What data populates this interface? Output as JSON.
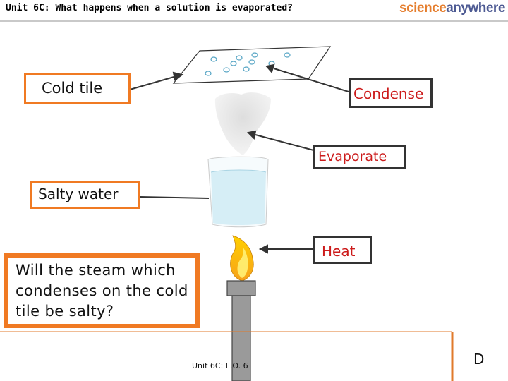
{
  "header": {
    "title": "Unit 6C: What happens when a solution is evaporated?",
    "logo_part1": "science",
    "logo_part2": "anywhere"
  },
  "labels": {
    "cold_tile": "Cold tile",
    "condense": "Condense",
    "evaporate": "Evaporate",
    "salty_water": "Salty water",
    "heat": "Heat"
  },
  "question": "Will the steam which condenses on the cold tile be salty?",
  "footer": {
    "text": "Unit 6C: L.O. 6",
    "page_letter": "D"
  },
  "colors": {
    "accent_orange": "#f07a23",
    "label_red": "#cc1b1b",
    "logo_orange": "#e57e2e",
    "logo_blue": "#4d5a93",
    "water": "#d6eef6",
    "droplet": "#5aa7c6"
  }
}
